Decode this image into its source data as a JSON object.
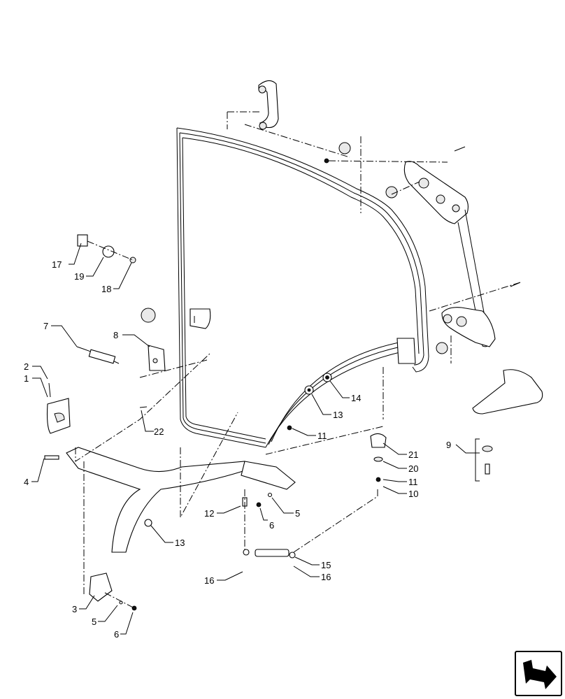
{
  "diagram": {
    "callouts": [
      {
        "id": "c17",
        "text": "17"
      },
      {
        "id": "c19",
        "text": "19"
      },
      {
        "id": "c18",
        "text": "18"
      },
      {
        "id": "c7",
        "text": "7"
      },
      {
        "id": "c8",
        "text": "8"
      },
      {
        "id": "c2",
        "text": "2"
      },
      {
        "id": "c1",
        "text": "1"
      },
      {
        "id": "c22",
        "text": "22"
      },
      {
        "id": "c4",
        "text": "4"
      },
      {
        "id": "c14",
        "text": "14"
      },
      {
        "id": "c13a",
        "text": "13"
      },
      {
        "id": "c11a",
        "text": "11"
      },
      {
        "id": "c21",
        "text": "21"
      },
      {
        "id": "c9",
        "text": "9"
      },
      {
        "id": "c20",
        "text": "20"
      },
      {
        "id": "c11b",
        "text": "11"
      },
      {
        "id": "c10",
        "text": "10"
      },
      {
        "id": "c12",
        "text": "12"
      },
      {
        "id": "c5a",
        "text": "5"
      },
      {
        "id": "c6a",
        "text": "6"
      },
      {
        "id": "c13b",
        "text": "13"
      },
      {
        "id": "c15",
        "text": "15"
      },
      {
        "id": "c16a",
        "text": "16"
      },
      {
        "id": "c16b",
        "text": "16"
      },
      {
        "id": "c3",
        "text": "3"
      },
      {
        "id": "c5b",
        "text": "5"
      },
      {
        "id": "c6b",
        "text": "6"
      }
    ]
  }
}
